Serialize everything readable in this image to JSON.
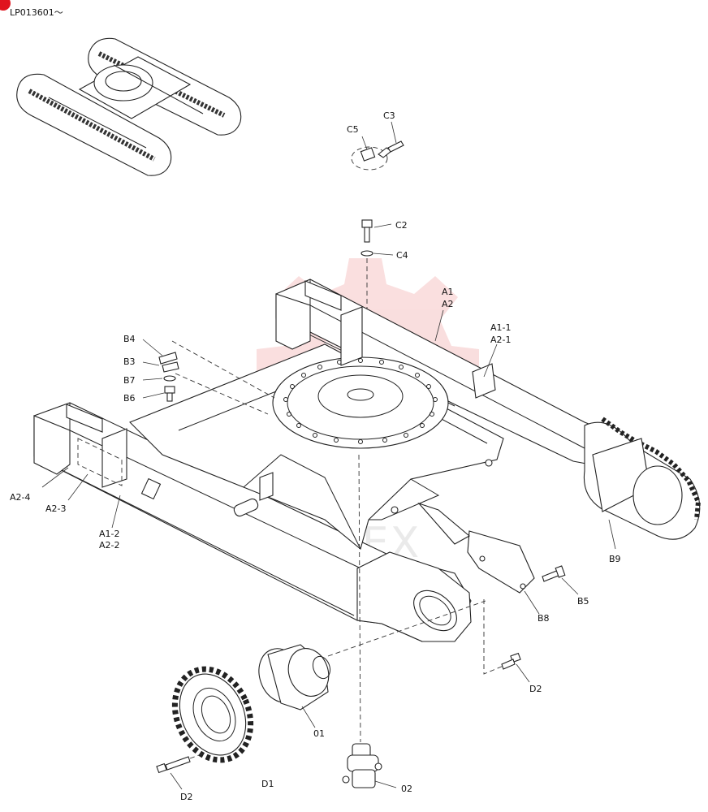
{
  "header": {
    "serial_range": "LP013601～"
  },
  "watermark": {
    "text": "ИНТЕХ",
    "color": "#f2b4b4"
  },
  "accent_color": "#e0141e",
  "callouts": {
    "C2": "C2",
    "C3": "C3",
    "C4": "C4",
    "C5": "C5",
    "A1": "A1",
    "A2": "A2",
    "A1_1": "A1-1",
    "A2_1": "A2-1",
    "A1_2": "A1-2",
    "A2_2": "A2-2",
    "A2_3": "A2-3",
    "A2_4": "A2-4",
    "B3": "B3",
    "B4": "B4",
    "B5": "B5",
    "B6": "B6",
    "B7": "B7",
    "B8": "B8",
    "B9": "B9",
    "D1": "D1",
    "D2_a": "D2",
    "D2_b": "D2",
    "p01": "01",
    "p02": "02"
  }
}
